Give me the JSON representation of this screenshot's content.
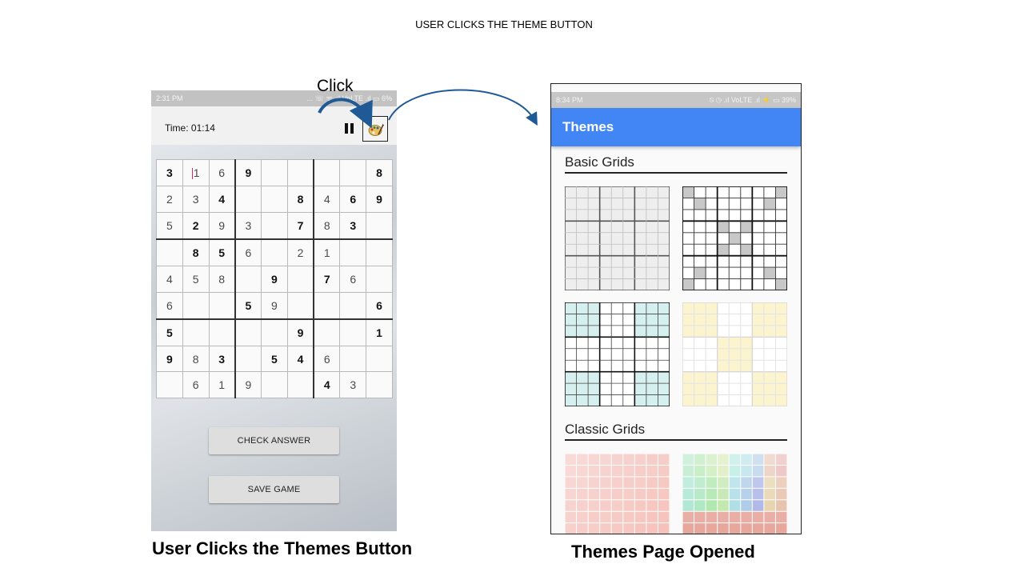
{
  "slide_title": "USER CLICKS THE THEME BUTTON",
  "click_label": "Click",
  "left_phone": {
    "status_time": "2:31 PM",
    "status_right": "... ☏ ᯤ .ıl VoLTE .ıl ▭ 6%",
    "timer_label": "Time:  01:14",
    "pause_icon": "pause-icon",
    "theme_icon": "palette-icon",
    "grid": [
      [
        "3",
        "1",
        "6",
        "9",
        "",
        "",
        "",
        "",
        "8"
      ],
      [
        "2",
        "3",
        "4",
        "",
        "",
        "8",
        "4",
        "6",
        "9"
      ],
      [
        "5",
        "2",
        "9",
        "3",
        "",
        "7",
        "8",
        "3",
        ""
      ],
      [
        "",
        "8",
        "5",
        "6",
        "",
        "2",
        "1",
        "",
        ""
      ],
      [
        "4",
        "5",
        "8",
        "",
        "9",
        "",
        "7",
        "6",
        ""
      ],
      [
        "6",
        "",
        "",
        "5",
        "9",
        "",
        "",
        "",
        "6"
      ],
      [
        "5",
        "",
        "",
        "",
        "",
        "9",
        "",
        "",
        "1"
      ],
      [
        "9",
        "8",
        "3",
        "",
        "5",
        "4",
        "6",
        "",
        ""
      ],
      [
        "",
        "6",
        "1",
        "9",
        "",
        "",
        "4",
        "3",
        ""
      ]
    ],
    "bold_cells": [
      [
        1,
        0,
        0,
        1,
        0,
        0,
        0,
        0,
        1
      ],
      [
        0,
        0,
        1,
        0,
        0,
        1,
        0,
        1,
        1
      ],
      [
        0,
        1,
        0,
        0,
        0,
        1,
        0,
        1,
        0
      ],
      [
        0,
        1,
        1,
        0,
        0,
        0,
        0,
        0,
        0
      ],
      [
        0,
        0,
        0,
        0,
        1,
        0,
        1,
        0,
        0
      ],
      [
        0,
        0,
        0,
        1,
        0,
        0,
        0,
        0,
        1
      ],
      [
        1,
        0,
        0,
        0,
        0,
        1,
        0,
        0,
        1
      ],
      [
        1,
        0,
        1,
        0,
        1,
        1,
        0,
        0,
        0
      ],
      [
        0,
        0,
        0,
        0,
        0,
        0,
        1,
        0,
        0
      ]
    ],
    "check_answer_label": "CHECK ANSWER",
    "save_game_label": "SAVE GAME"
  },
  "right_phone": {
    "status_time": "8:34 PM",
    "status_right": "⍉ ◷ .ıl VoLTE .ıl ⚡ ▭ 39%",
    "appbar_title": "Themes",
    "section_basic": "Basic Grids",
    "section_classic": "Classic Grids"
  },
  "captions": {
    "left": "User Clicks the Themes Button",
    "right": "Themes Page Opened"
  },
  "colors": {
    "appbar_blue": "#4285f4",
    "arrow_blue": "#1f5a96",
    "teal_tint": "#d6f0f0",
    "yellow_tint": "#fcf3cf"
  }
}
